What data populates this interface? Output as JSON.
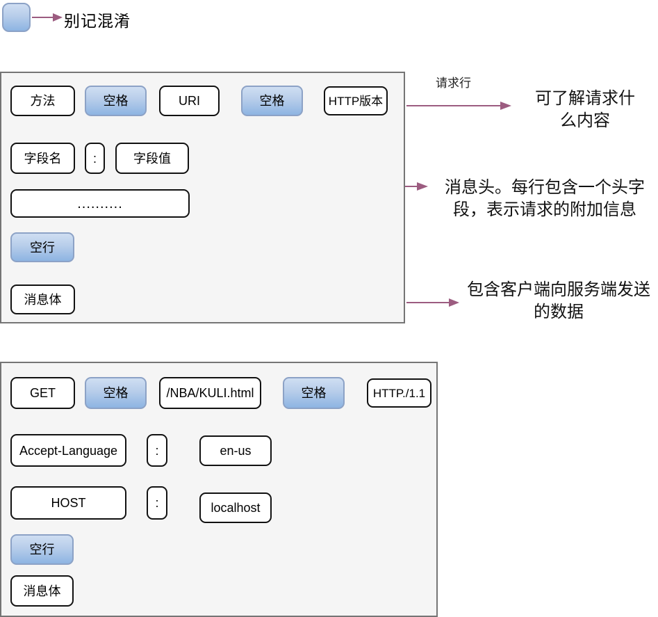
{
  "colors": {
    "arrow": "#9c5c80",
    "panel_bg": "#f5f5f5",
    "panel_border": "#757575",
    "blue_chip_top": "#cfdef2",
    "blue_chip_bottom": "#8db4e2",
    "blue_chip_border": "#8ca2c6",
    "chip_border": "#111111"
  },
  "legend": {
    "note": "别记混淆"
  },
  "box1": {
    "request_line": {
      "method": "方法",
      "space1": "空格",
      "uri": "URI",
      "space2": "空格",
      "version": "HTTP版本"
    },
    "header_row": {
      "name": "字段名",
      "colon": ":",
      "value": "字段值"
    },
    "more_dots": "..........",
    "blank_line": "空行",
    "body": "消息体"
  },
  "annotations": {
    "request_line_label": "请求行",
    "request_line_note": "可了解请求什\n么内容",
    "headers_note": "消息头。每行包含一个头字\n段，表示请求的附加信息",
    "body_note": "包含客户端向服务端发送\n的数据"
  },
  "box2": {
    "request_line": {
      "method": "GET",
      "space1": "空格",
      "uri": "/NBA/KULI.html",
      "space2": "空格",
      "version": "HTTP./1.1"
    },
    "header1": {
      "name": "Accept-Language",
      "colon": ":",
      "value": "en-us"
    },
    "header2": {
      "name": "HOST",
      "colon": ":",
      "value": "localhost"
    },
    "blank_line": "空行",
    "body": "消息体"
  }
}
